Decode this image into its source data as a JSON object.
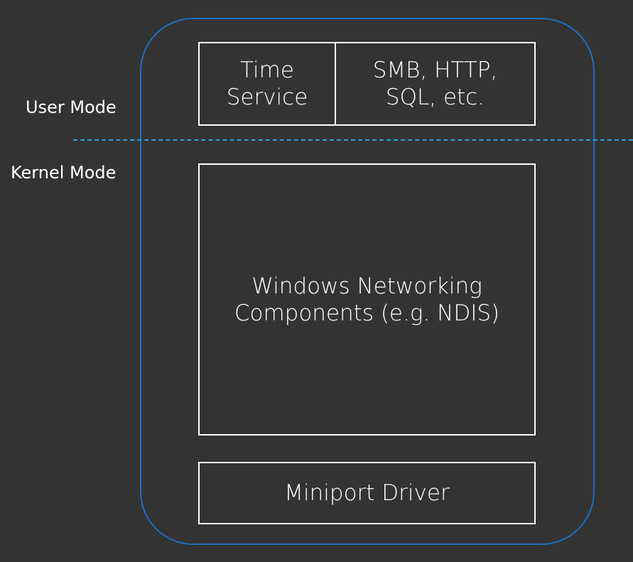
{
  "labels": {
    "user_mode": "User Mode",
    "kernel_mode": "Kernel Mode"
  },
  "boxes": {
    "time_service": {
      "line1": "Time",
      "line2": "Service"
    },
    "protocols": {
      "line1": "SMB, HTTP,",
      "line2": "SQL, etc."
    },
    "networking": {
      "line1": "Windows Networking",
      "line2": "Components (e.g. NDIS)"
    },
    "miniport": {
      "line1": "Miniport Driver"
    }
  },
  "colors": {
    "background": "#333333",
    "container_outline": "#1f6fbf",
    "divider": "#2aa6d9",
    "box_border": "#ffffff",
    "text": "#ffffff"
  }
}
